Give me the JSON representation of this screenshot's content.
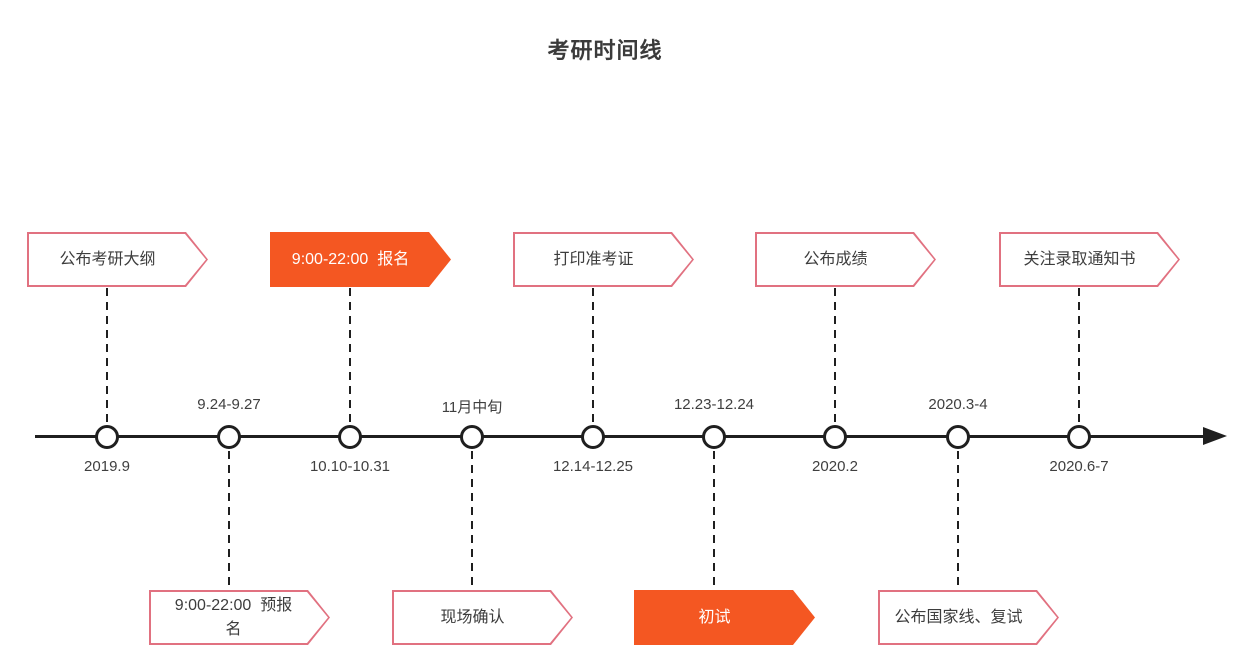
{
  "title": "考研时间线",
  "colors": {
    "accent_orange": "#f45722",
    "outline_pink": "#e17180",
    "ink": "#1f1f1f",
    "text": "#3d3d3d"
  },
  "timeline": {
    "nodes": [
      {
        "date": "2019.9",
        "date_pos": "below"
      },
      {
        "date": "9.24-9.27",
        "date_pos": "above"
      },
      {
        "date": "10.10-10.31",
        "date_pos": "below"
      },
      {
        "date": "11月中旬",
        "date_pos": "above"
      },
      {
        "date": "12.14-12.25",
        "date_pos": "below"
      },
      {
        "date": "12.23-12.24",
        "date_pos": "above"
      },
      {
        "date": "2020.2",
        "date_pos": "below"
      },
      {
        "date": "2020.3-4",
        "date_pos": "above"
      },
      {
        "date": "2020.6-7",
        "date_pos": "below"
      }
    ]
  },
  "events": [
    {
      "label": "公布考研大纲",
      "side": "top",
      "style": "outline",
      "node_date": "2019.9"
    },
    {
      "label": "9:00-22:00  报名",
      "side": "top",
      "style": "filled",
      "node_date": "10.10-10.31"
    },
    {
      "label": "打印准考证",
      "side": "top",
      "style": "outline",
      "node_date": "12.14-12.25"
    },
    {
      "label": "公布成绩",
      "side": "top",
      "style": "outline",
      "node_date": "2020.2"
    },
    {
      "label": "关注录取通知书",
      "side": "top",
      "style": "outline",
      "node_date": "2020.6-7"
    },
    {
      "label": "9:00-22:00  预报名",
      "side": "bottom",
      "style": "outline",
      "node_date": "9.24-9.27"
    },
    {
      "label": "现场确认",
      "side": "bottom",
      "style": "outline",
      "node_date": "11月中旬"
    },
    {
      "label": "初试",
      "side": "bottom",
      "style": "filled",
      "node_date": "12.23-12.24"
    },
    {
      "label": "公布国家线、复试",
      "side": "bottom",
      "style": "outline",
      "node_date": "2020.3-4"
    }
  ]
}
